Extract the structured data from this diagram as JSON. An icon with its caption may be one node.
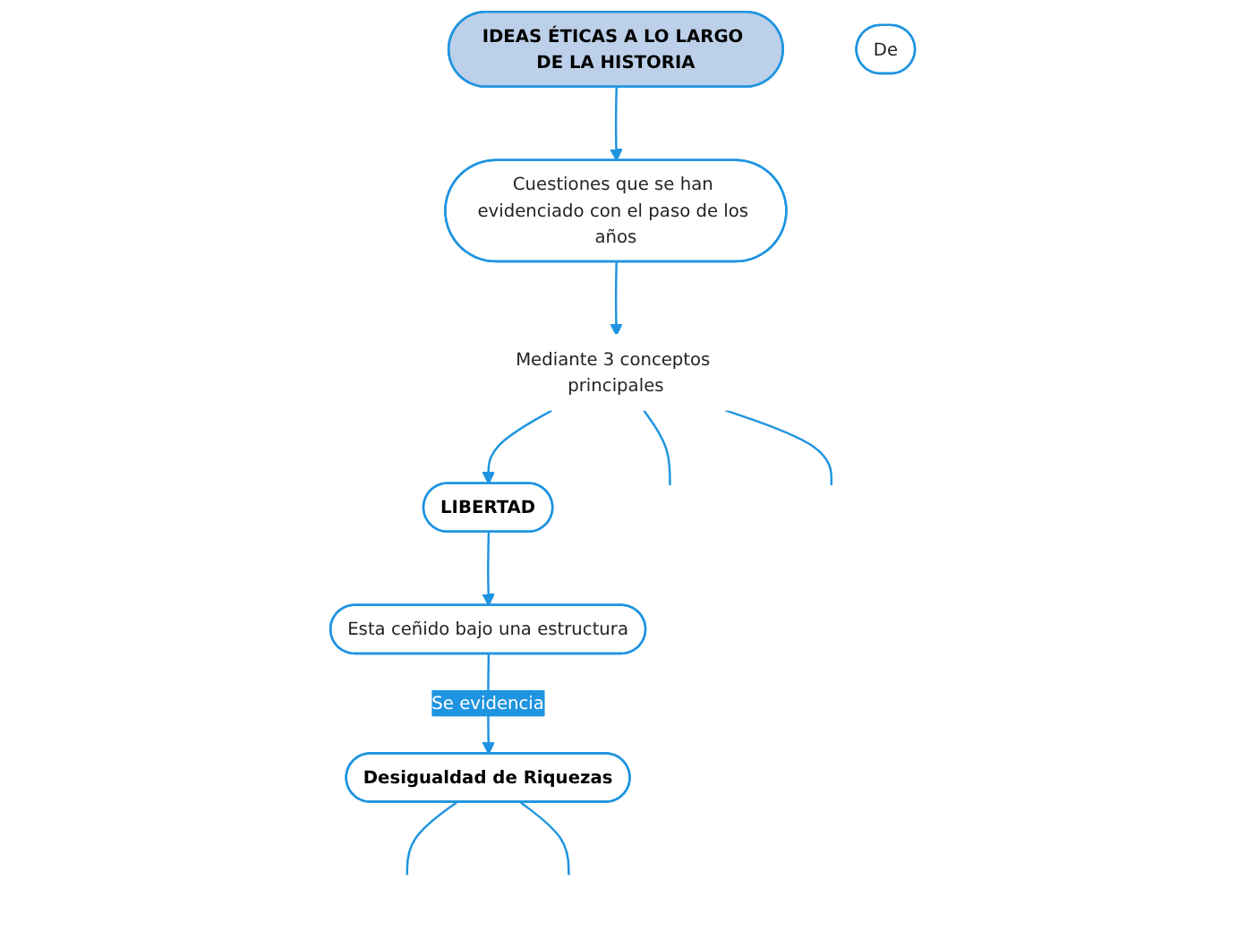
{
  "diagram": {
    "nodes": [
      {
        "text": [
          "IDEAS ÉTICAS A LO LARGO DE LA HISTORIA"
        ]
      },
      {
        "text": [
          "Cuestiones que se han evidenciado con el paso de los años"
        ]
      },
      {
        "text": [
          "Mediante 3 conceptos principales"
        ]
      },
      {
        "text": [
          "LIBERTAD"
        ]
      },
      {
        "text": [
          "Esta ceñido bajo una estructura"
        ]
      },
      {
        "text": [
          "Desigualdad de Riquezas"
        ]
      },
      {
        "text": [
          "De"
        ]
      }
    ],
    "edges": [
      {
        "from": 0,
        "to": 1,
        "arrow": "to"
      },
      {
        "from": 1,
        "to": 2,
        "arrow": "to"
      },
      {
        "from": 2,
        "to": null,
        "arrow": "none"
      },
      {
        "from": 2,
        "to": 3,
        "arrow": "to"
      },
      {
        "from": 2,
        "to": null,
        "arrow": "none"
      },
      {
        "from": 3,
        "to": 4,
        "arrow": "to"
      },
      {
        "from": 4,
        "to": 5,
        "label": "Se evidencia",
        "arrow": "to"
      },
      {
        "from": 5,
        "to": null,
        "arrow": "none"
      },
      {
        "from": 5,
        "to": null,
        "arrow": "none"
      }
    ]
  }
}
